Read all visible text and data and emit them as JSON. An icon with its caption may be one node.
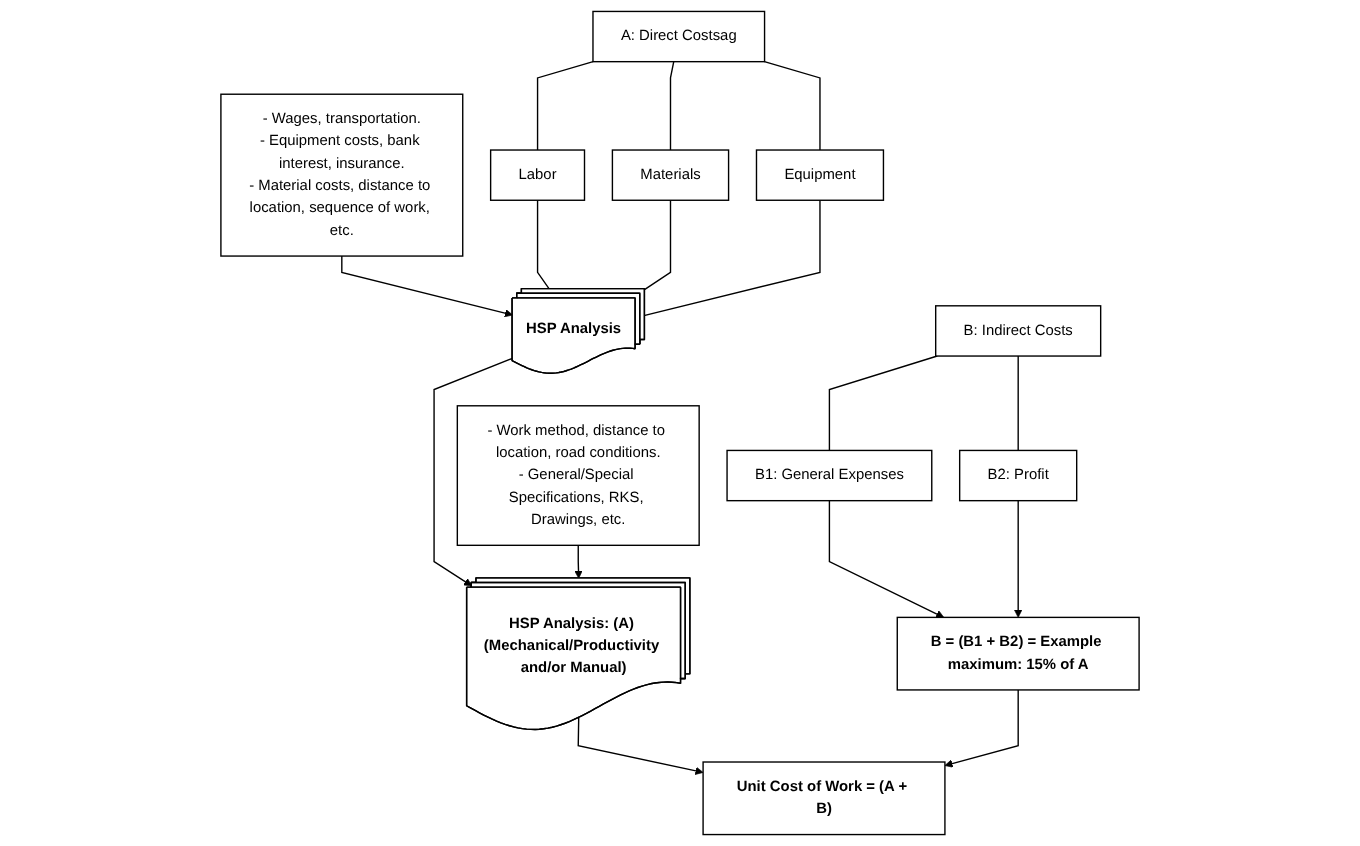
{
  "diagram": {
    "nodes": [
      {
        "text": [
          "A: Direct Costsag"
        ]
      },
      {
        "text": [
          "B: Indirect Costs"
        ]
      },
      {
        "text": [
          "Labor"
        ]
      },
      {
        "text": [
          "Materials"
        ]
      },
      {
        "text": [
          "Equipment"
        ]
      },
      {
        "text": [
          "B1: General Expenses"
        ]
      },
      {
        "text": [
          "B2: Profit"
        ]
      },
      {
        "text": [
          "- Wages, transportation.",
          "- Equipment costs, bank interest, insurance.",
          "- Material costs, distance to location, sequence of work, etc."
        ]
      },
      {
        "text": [
          "HSP Analysis"
        ]
      },
      {
        "text": [
          "- Work method, distance to location, road conditions.",
          "- General/Special Specifications, RKS, Drawings, etc."
        ]
      },
      {
        "text": [
          "HSP Analysis: (A) (Mechanical/Productivity and/or Manual)"
        ]
      },
      {
        "text": [
          "B = (B1 + B2) = Example maximum: 15% of A"
        ]
      },
      {
        "text": [
          "Unit Cost of Work = (A + B)"
        ]
      }
    ],
    "edges": [
      {
        "from": 7,
        "to": 8,
        "arrow": "to"
      },
      {
        "from": 0,
        "to": 2,
        "arrow": "none"
      },
      {
        "from": 0,
        "to": 3,
        "arrow": "none"
      },
      {
        "from": 0,
        "to": 4,
        "arrow": "none"
      },
      {
        "from": 1,
        "to": 5,
        "arrow": "none"
      },
      {
        "from": 1,
        "to": 6,
        "arrow": "none"
      },
      {
        "from": 2,
        "to": 8,
        "arrow": "none"
      },
      {
        "from": 3,
        "to": 8,
        "arrow": "none"
      },
      {
        "from": 4,
        "to": 8,
        "arrow": "none"
      },
      {
        "from": 8,
        "to": 10,
        "arrow": "to"
      },
      {
        "from": 9,
        "to": 10,
        "arrow": "to"
      },
      {
        "from": 5,
        "to": 11,
        "arrow": "to"
      },
      {
        "from": 6,
        "to": 11,
        "arrow": "to"
      },
      {
        "from": 10,
        "to": 12,
        "arrow": "to"
      },
      {
        "from": 11,
        "to": 12,
        "arrow": "to"
      }
    ]
  }
}
